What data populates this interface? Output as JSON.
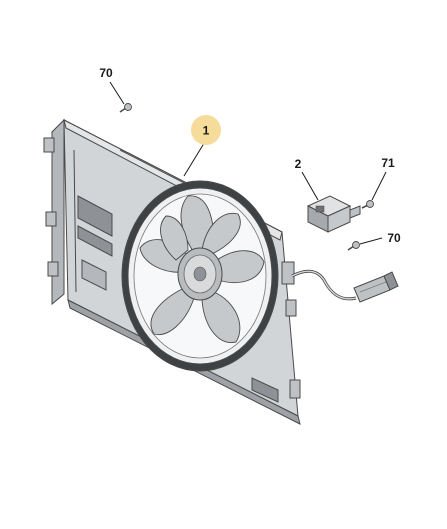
{
  "callouts": {
    "fan_assembly": "1",
    "resistor": "2",
    "screw_resistor": "71",
    "screw_top": "70",
    "screw_harness": "70"
  },
  "colors": {
    "highlight_circle": "#f6dc9a",
    "frame_fill": "#d2d5d8",
    "frame_dark": "#a6aaae",
    "line": "#4a4a4a",
    "label": "#1a1a1a"
  },
  "icons": {
    "fan": "cooling-fan-icon",
    "resistor": "fan-resistor-icon",
    "screw": "screw-icon",
    "connector": "wiring-connector-icon"
  }
}
